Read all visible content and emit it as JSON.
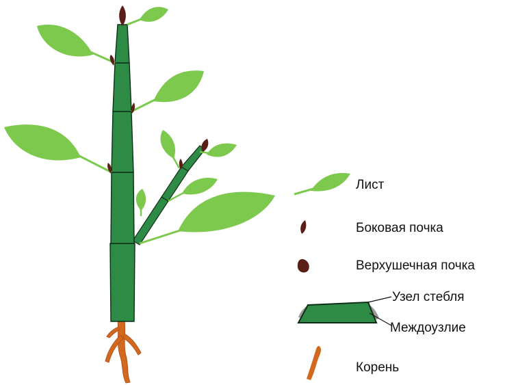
{
  "legend": {
    "leaf": "Лист",
    "lateral_bud": "Боковая почка",
    "apical_bud": "Верхушечная почка",
    "node": "Узел стебля",
    "internode": "Междоузлие",
    "root": "Корень"
  },
  "colors": {
    "leaf": "#7cc94d",
    "stem": "#2e8b45",
    "stem_outline": "#0d2e16",
    "bud": "#5a1f17",
    "root": "#d2691e"
  }
}
